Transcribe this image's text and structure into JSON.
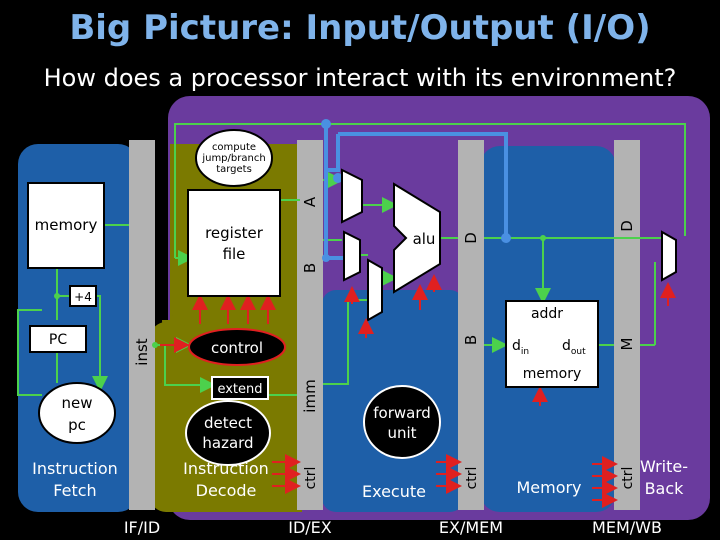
{
  "title": "Big Picture: Input/Output (I/O)",
  "subtitle": "How does a processor interact with its environment?",
  "stages": {
    "fetch": "Instruction\nFetch",
    "decode": "Instruction\nDecode",
    "execute": "Execute",
    "memory": "Memory",
    "writeback": "Write-\nBack"
  },
  "pipeline_registers": {
    "if_id": "IF/ID",
    "id_ex": "ID/EX",
    "ex_mem": "EX/MEM",
    "mem_wb": "MEM/WB"
  },
  "register_fields": {
    "inst": "inst",
    "a": "A",
    "b": "B",
    "imm": "imm",
    "ctrl": "ctrl",
    "d": "D",
    "m": "M"
  },
  "blocks": {
    "memory": "memory",
    "plus4": "+4",
    "pc": "PC",
    "new_pc": "new\npc",
    "compute_targets": "compute\njump/branch\ntargets",
    "register_file": "register\nfile",
    "control": "control",
    "extend": "extend",
    "detect_hazard": "detect\nhazard",
    "alu": "alu",
    "forward_unit": "forward\nunit",
    "addr": "addr",
    "din": "d",
    "din_sub": "in",
    "dout": "d",
    "dout_sub": "out",
    "data_memory": "memory"
  },
  "colors": {
    "fetch_bg": "#1e5fa8",
    "decode_bg": "#7b7a00",
    "purple_bg": "#6a3b9e",
    "pipe_reg": "#b3b3b3",
    "wire_green": "#4cd14c",
    "wire_blue": "#4a90e2",
    "arrow_red": "#e02020",
    "title": "#7fb3ea"
  }
}
